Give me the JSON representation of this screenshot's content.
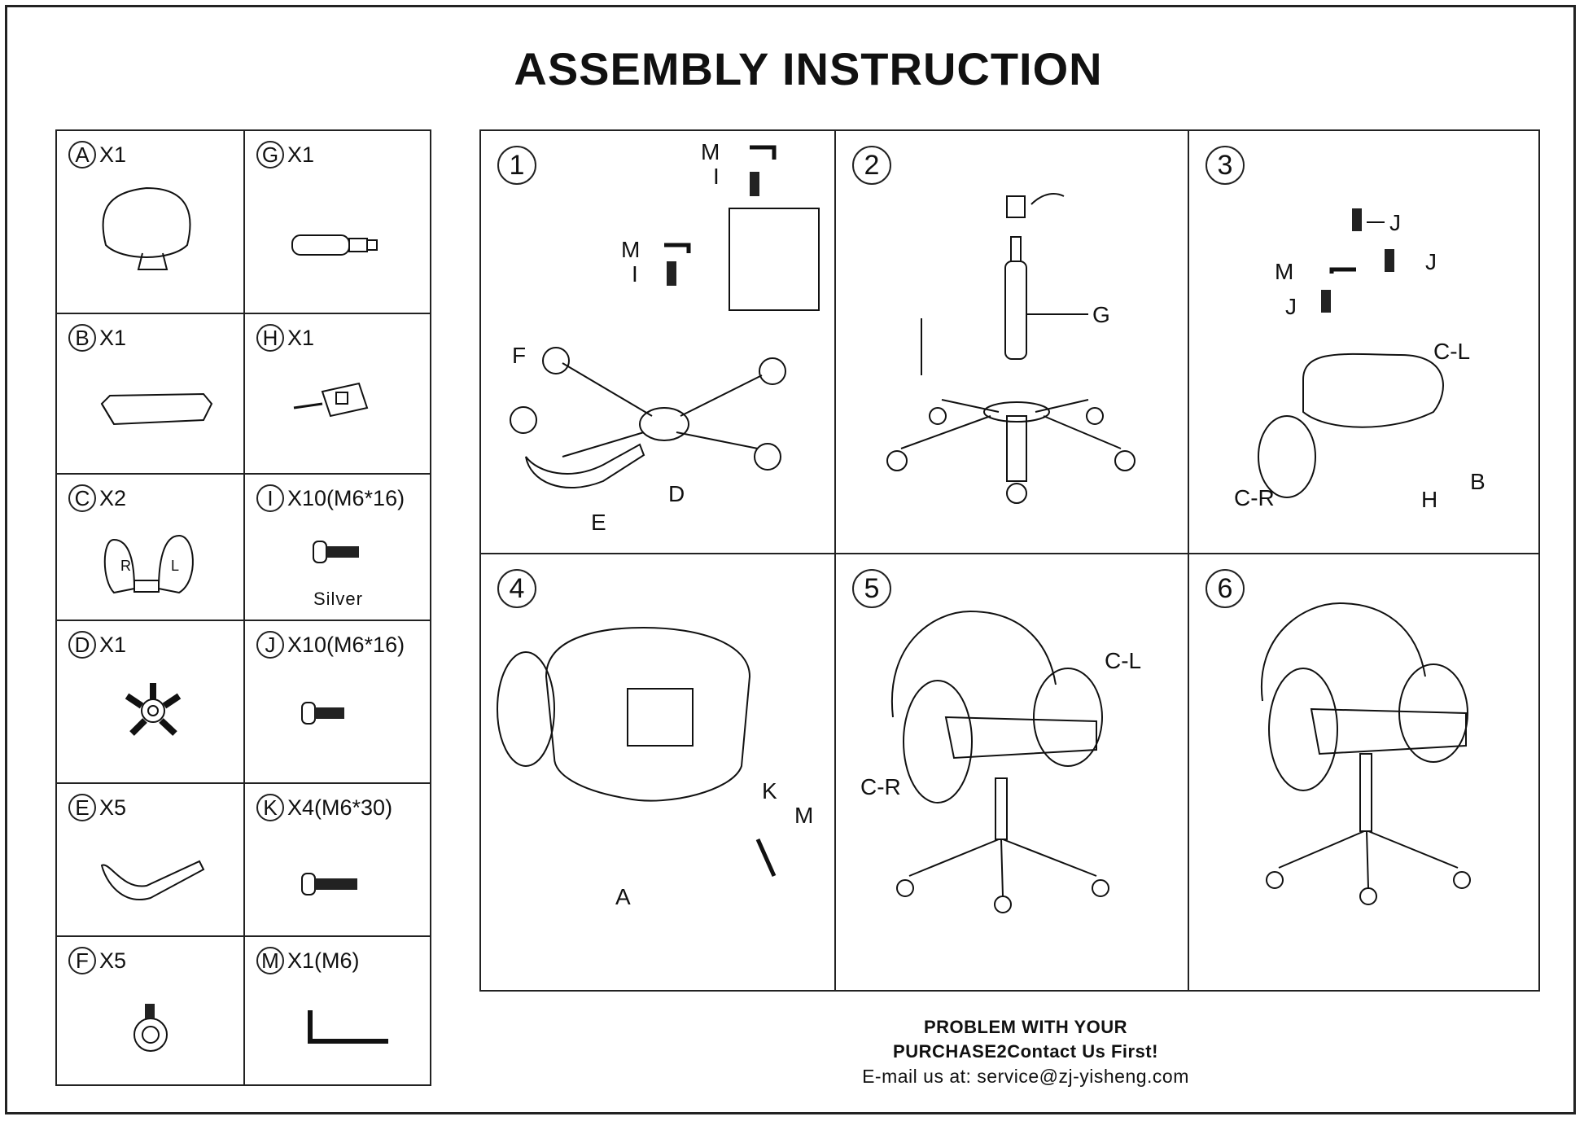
{
  "title": "ASSEMBLY INSTRUCTION",
  "parts": [
    {
      "letter": "A",
      "qty": "X1",
      "note": ""
    },
    {
      "letter": "G",
      "qty": "X1",
      "note": ""
    },
    {
      "letter": "B",
      "qty": "X1",
      "note": ""
    },
    {
      "letter": "H",
      "qty": "X1",
      "note": ""
    },
    {
      "letter": "C",
      "qty": "X2",
      "note": ""
    },
    {
      "letter": "I",
      "qty": "X10(M6*16)",
      "note": "Silver"
    },
    {
      "letter": "D",
      "qty": "X1",
      "note": ""
    },
    {
      "letter": "J",
      "qty": "X10(M6*16)",
      "note": ""
    },
    {
      "letter": "E",
      "qty": "X5",
      "note": ""
    },
    {
      "letter": "K",
      "qty": "X4(M6*30)",
      "note": ""
    },
    {
      "letter": "F",
      "qty": "X5",
      "note": ""
    },
    {
      "letter": "M",
      "qty": "X1(M6)",
      "note": ""
    }
  ],
  "armrest_labels": [
    "R",
    "L"
  ],
  "steps": [
    {
      "num": "1",
      "labels": {
        "m1": "M",
        "i1": "I",
        "m2": "M",
        "i2": "I",
        "f": "F",
        "e": "E",
        "d": "D"
      }
    },
    {
      "num": "2",
      "labels": {
        "g": "G"
      }
    },
    {
      "num": "3",
      "labels": {
        "j1": "J",
        "m": "M",
        "j2": "J",
        "j3": "J",
        "cl": "C-L",
        "cr": "C-R",
        "h": "H",
        "b": "B"
      }
    },
    {
      "num": "4",
      "labels": {
        "k": "K",
        "m": "M",
        "a": "A"
      }
    },
    {
      "num": "5",
      "labels": {
        "cl": "C-L",
        "cr": "C-R"
      }
    },
    {
      "num": "6",
      "labels": {}
    }
  ],
  "footer": {
    "line1": "PROBLEM WITH YOUR",
    "line2": "PURCHASE2Contact Us First!",
    "line3": "E-mail us at: service@zj-yisheng.com"
  }
}
